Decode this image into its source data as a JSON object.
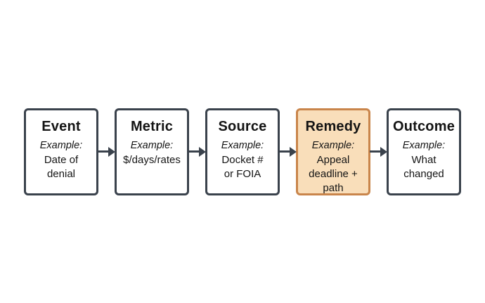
{
  "flow": {
    "direction": "left-to-right",
    "steps": [
      {
        "id": "event",
        "title": "Event",
        "example_label": "Example:",
        "example": "Date of\ndenial",
        "highlighted": false
      },
      {
        "id": "metric",
        "title": "Metric",
        "example_label": "Example:",
        "example": "$/days/rates",
        "highlighted": false
      },
      {
        "id": "source",
        "title": "Source",
        "example_label": "Example:",
        "example": "Docket #\nor FOIA",
        "highlighted": false
      },
      {
        "id": "remedy",
        "title": "Remedy",
        "example_label": "Example:",
        "example": "Appeal\ndeadline +\npath",
        "highlighted": true
      },
      {
        "id": "outcome",
        "title": "Outcome",
        "example_label": "Example:",
        "example": "What\nchanged",
        "highlighted": false
      }
    ],
    "colors": {
      "box_border": "#3a424c",
      "box_fill": "#ffffff",
      "highlight_border": "#c9854b",
      "highlight_fill": "#f9deba",
      "arrow": "#3a424c",
      "text": "#141414"
    }
  }
}
